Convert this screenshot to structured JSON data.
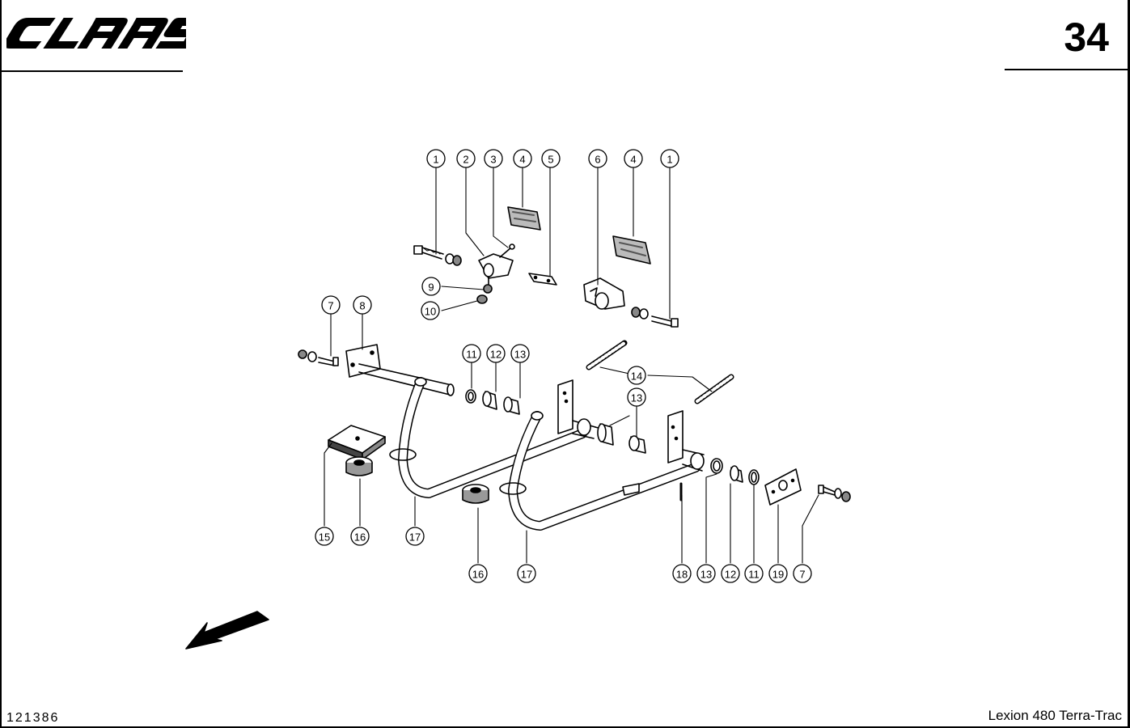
{
  "header": {
    "brand": "CLAAS",
    "page_number": "34"
  },
  "footer": {
    "drawing_number": "121386",
    "model": "Lexion 480 Terra-Trac"
  },
  "callouts": [
    "1",
    "2",
    "3",
    "4",
    "5",
    "6",
    "4",
    "1",
    "9",
    "10",
    "7",
    "8",
    "11",
    "12",
    "13",
    "14",
    "13",
    "15",
    "16",
    "17",
    "16",
    "17",
    "18",
    "13",
    "12",
    "11",
    "19",
    "7"
  ]
}
